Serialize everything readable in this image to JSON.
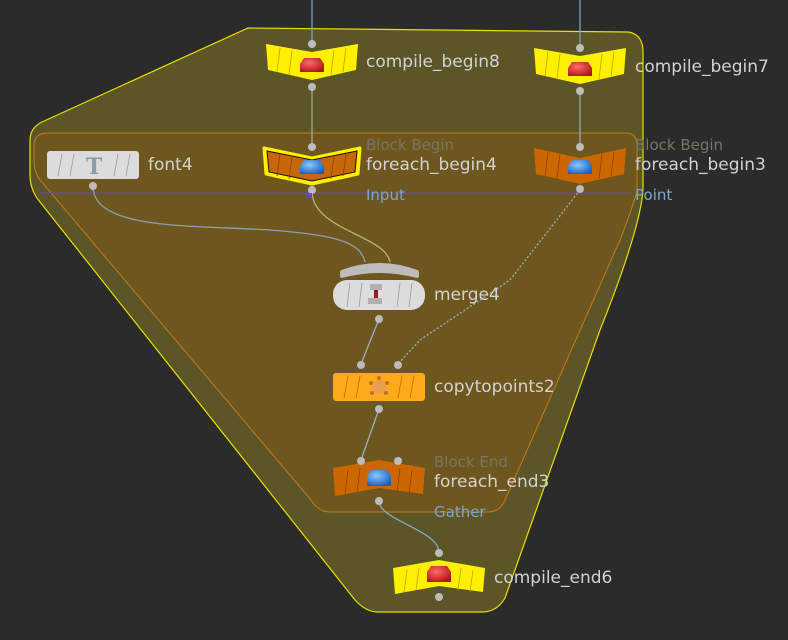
{
  "network_view": {
    "context": "SOP network editor",
    "colors": {
      "background": "#2b2b2b",
      "compile_block": "#ffef00",
      "foreach_block": "#cc6600",
      "copytopoints": "#ffaa1a",
      "generic_node": "#dcdcdc",
      "wire": "#9db0c2",
      "port_label": "#7fa6cf",
      "selection_outline": "#ffee00"
    },
    "nodes": [
      {
        "id": "compile_begin8",
        "name": "compile_begin8",
        "type": "compile_begin",
        "icon": "red-block-icon"
      },
      {
        "id": "compile_begin7",
        "name": "compile_begin7",
        "type": "compile_begin",
        "icon": "red-block-icon"
      },
      {
        "id": "font4",
        "name": "font4",
        "type": "font",
        "icon": "font-T-icon"
      },
      {
        "id": "foreach_begin4",
        "name": "foreach_begin4",
        "type": "foreach_begin",
        "icon": "blue-block-icon",
        "subtitle": "Block Begin",
        "port_label": "Input",
        "selected": true
      },
      {
        "id": "foreach_begin3",
        "name": "foreach_begin3",
        "type": "foreach_begin",
        "icon": "blue-block-icon",
        "subtitle": "Block Begin",
        "port_label": "Point"
      },
      {
        "id": "merge4",
        "name": "merge4",
        "type": "merge",
        "icon": "merge-icon"
      },
      {
        "id": "copytopoints2",
        "name": "copytopoints2",
        "type": "copytopoints",
        "icon": "copy-points-icon"
      },
      {
        "id": "foreach_end3",
        "name": "foreach_end3",
        "type": "foreach_end",
        "icon": "blue-block-icon",
        "subtitle": "Block End",
        "port_label": "Gather"
      },
      {
        "id": "compile_end6",
        "name": "compile_end6",
        "type": "compile_end",
        "icon": "red-block-icon"
      }
    ],
    "connections": [
      {
        "from": "compile_begin8",
        "to": "foreach_begin4"
      },
      {
        "from": "compile_begin7",
        "to": "foreach_begin3"
      },
      {
        "from": "font4",
        "to": "merge4"
      },
      {
        "from": "foreach_begin4",
        "to": "merge4"
      },
      {
        "from": "merge4",
        "to": "copytopoints2"
      },
      {
        "from": "foreach_begin3",
        "to": "copytopoints2",
        "style": "dotted"
      },
      {
        "from": "copytopoints2",
        "to": "foreach_end3"
      },
      {
        "from": "foreach_end3",
        "to": "compile_end6"
      }
    ]
  }
}
